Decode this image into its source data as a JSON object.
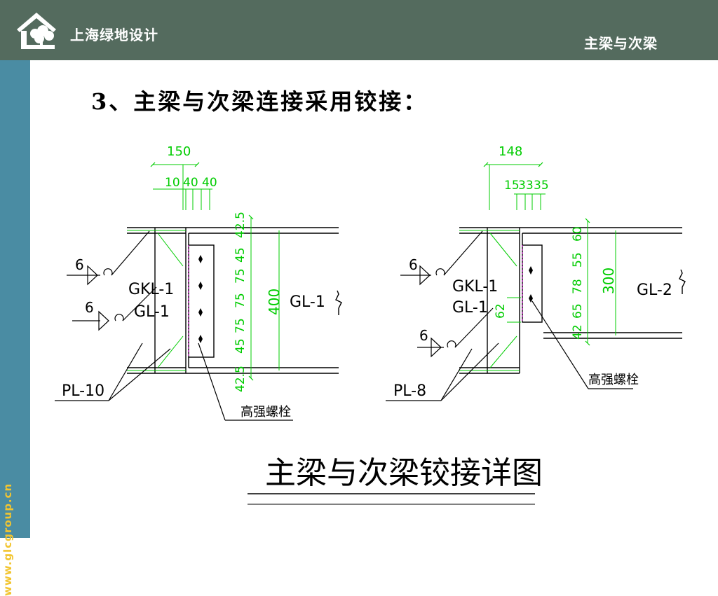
{
  "header": {
    "company": "上海绿地设计",
    "section": "主梁与次梁"
  },
  "sidebar": {
    "website": "www.glcgroup.cn"
  },
  "slide": {
    "heading": "3、主梁与次梁连接采用铰接："
  },
  "drawing": {
    "title": "主梁与次梁铰接详图",
    "left_detail": {
      "top_dims": [
        "150",
        "10",
        "40",
        "40"
      ],
      "vertical_dims": [
        "42.5",
        "45",
        "75",
        "75",
        "75",
        "45",
        "42.5"
      ],
      "total": "400",
      "weld": "6",
      "weld2": "6",
      "labels": [
        "GKL-1",
        "GL-1",
        "GL-1",
        "PL-10",
        "高强螺栓"
      ]
    },
    "right_detail": {
      "top_dims": [
        "148",
        "15",
        "33",
        "35"
      ],
      "vertical_dims": [
        "60",
        "55",
        "78",
        "65",
        "42"
      ],
      "total": "300",
      "side_dim": "62",
      "weld": "6",
      "weld2": "6",
      "labels": [
        "GKL-1",
        "GL-1",
        "GL-2",
        "PL-8",
        "高强螺栓"
      ]
    }
  }
}
